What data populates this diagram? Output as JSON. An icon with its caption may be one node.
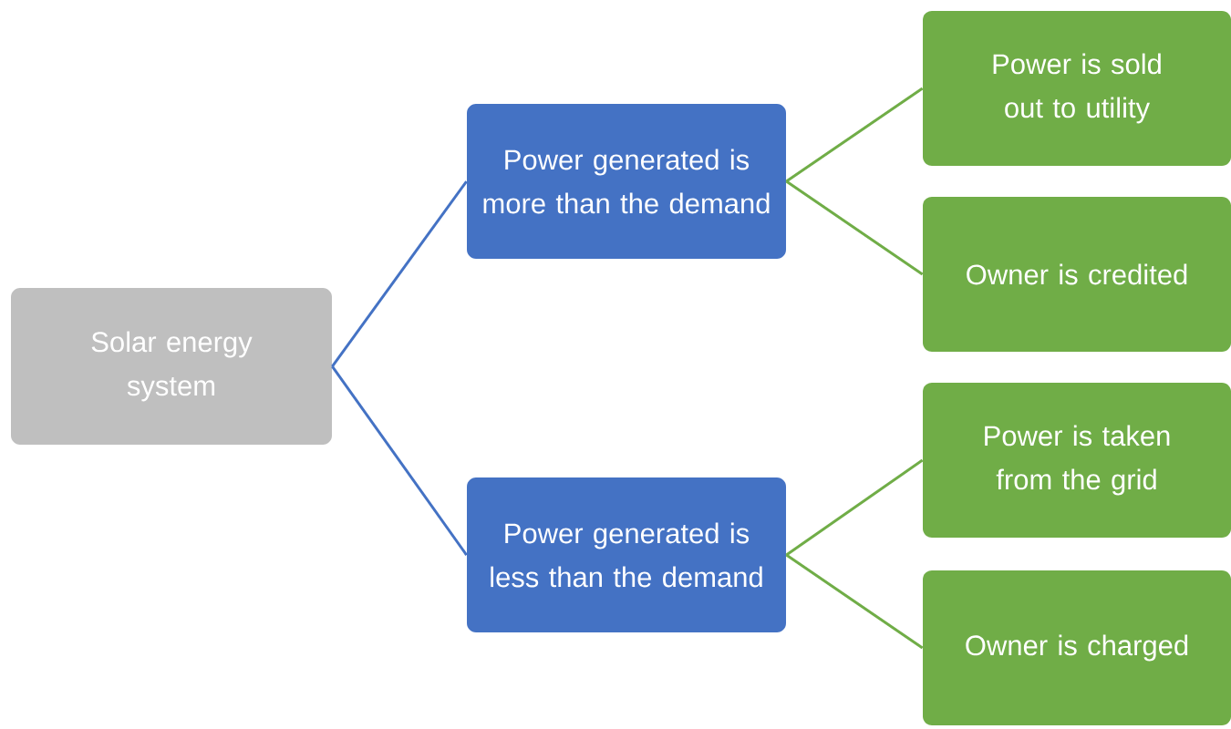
{
  "diagram": {
    "nodes": [
      {
        "text": [
          "Solar energy system"
        ]
      },
      {
        "text": [
          "Power generated is more than the demand"
        ]
      },
      {
        "text": [
          "Power generated is less than the demand"
        ]
      },
      {
        "text": [
          "Power is sold out to utility"
        ]
      },
      {
        "text": [
          "Owner is credited"
        ]
      },
      {
        "text": [
          "Power is taken from the grid"
        ]
      },
      {
        "text": [
          "Owner is charged"
        ]
      }
    ],
    "edges": [
      {
        "from": 0,
        "to": 1,
        "arrow": "none",
        "color": "#4472c4"
      },
      {
        "from": 0,
        "to": 2,
        "arrow": "none",
        "color": "#4472c4"
      },
      {
        "from": 1,
        "to": 3,
        "arrow": "none"
      },
      {
        "from": 1,
        "to": 4,
        "arrow": "none"
      },
      {
        "from": 2,
        "to": 5,
        "arrow": "none"
      },
      {
        "from": 2,
        "to": 6,
        "arrow": "none"
      }
    ]
  }
}
